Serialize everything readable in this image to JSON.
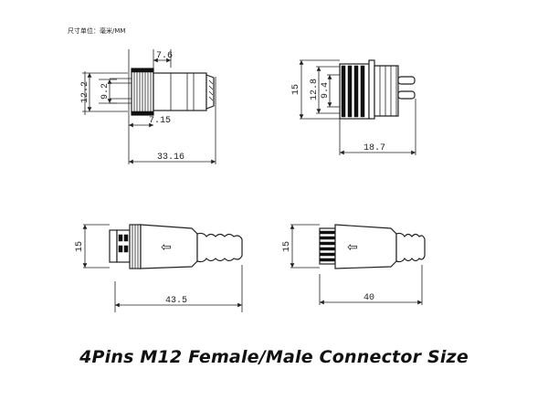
{
  "unit_note": "尺寸单位：毫米/MM",
  "caption": "4Pins M12 Female/Male Connector Size",
  "views": {
    "female_front": {
      "dim_top": "7.6",
      "dim_left_outer": "12.2",
      "dim_left_inner": "9.2",
      "dim_mid": "7.15",
      "dim_bottom": "33.16"
    },
    "male_front": {
      "dim_left_outer": "15",
      "dim_left_mid": "12.8",
      "dim_left_inner": "9.4",
      "dim_bottom": "18.7"
    },
    "female_side": {
      "dim_left": "15",
      "dim_bottom": "43.5",
      "arrow_icon": "⇦"
    },
    "male_side": {
      "dim_left": "15",
      "dim_bottom": "40",
      "arrow_icon": "⇦"
    }
  }
}
